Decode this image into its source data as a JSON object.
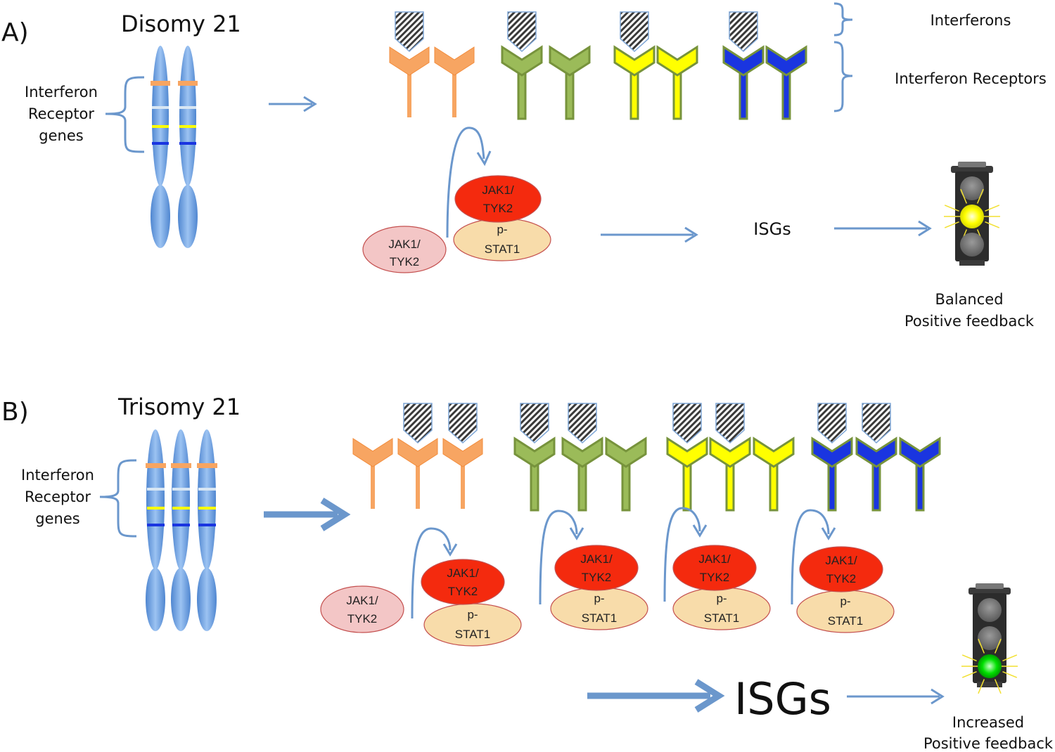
{
  "panel_a": {
    "letter": "A)",
    "title": "Disomy 21",
    "gene_label": [
      "Interferon",
      "Receptor",
      "genes"
    ],
    "jak_faded": [
      "JAK1/",
      "TYK2"
    ],
    "jak_active": [
      "JAK1/",
      "TYK2"
    ],
    "stat": [
      "p-",
      "STAT1"
    ],
    "isgs": "ISGs",
    "light_caption": [
      "Balanced",
      "Positive feedback"
    ]
  },
  "panel_b": {
    "letter": "B)",
    "title": "Trisomy 21",
    "gene_label": [
      "Interferon",
      "Receptor",
      "genes"
    ],
    "jak_faded": [
      "JAK1/",
      "TYK2"
    ],
    "jak_active": [
      "JAK1/",
      "TYK2"
    ],
    "stat": [
      "p-",
      "STAT1"
    ],
    "isgs": "ISGs",
    "light_caption": [
      "Increased",
      "Positive feedback"
    ]
  },
  "legend": {
    "interferons": "Interferons",
    "receptors": "Interferon Receptors"
  },
  "colors": {
    "chromosome": "#6fa0dd",
    "arrow": "#6b97cc",
    "orange": "#f7a562",
    "green": "#9bbb59",
    "green_outline": "#77933c",
    "yellow": "#ffff00",
    "blue": "#1a35e0",
    "jak_active": "#f42a0e",
    "jak_faded": "#f3c6c6",
    "stat": "#f8dcaa",
    "light_yellow": "#ffff00",
    "light_green": "#00e000"
  },
  "icons": {
    "interferon": "hatched-pentagon-icon",
    "receptor": "y-shaped-receptor-icon",
    "traffic_light": "traffic-light-icon"
  }
}
